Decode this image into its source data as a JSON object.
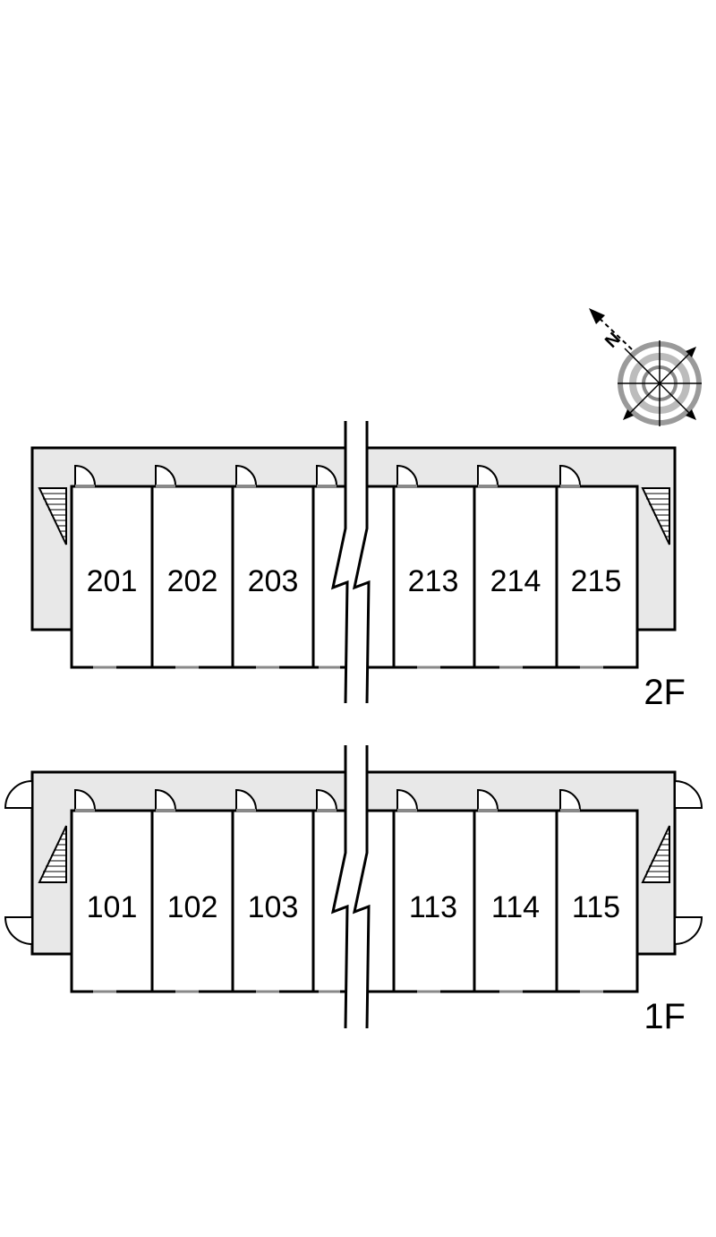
{
  "compass": {
    "north_letter": "N"
  },
  "floors": [
    {
      "label": "2F",
      "left_units": [
        "201",
        "202",
        "203"
      ],
      "right_units": [
        "213",
        "214",
        "215"
      ],
      "end_doors": false
    },
    {
      "label": "1F",
      "left_units": [
        "101",
        "102",
        "103"
      ],
      "right_units": [
        "113",
        "114",
        "115"
      ],
      "end_doors": true
    }
  ],
  "colors": {
    "corridor": "#e8e8e8",
    "line": "#000000",
    "unit_fill": "#ffffff"
  }
}
